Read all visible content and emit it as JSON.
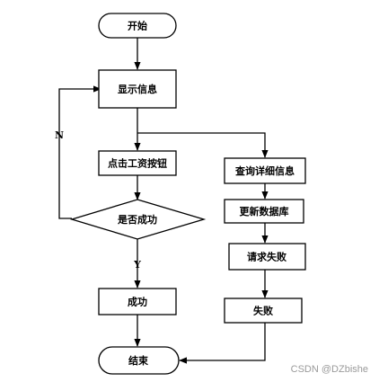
{
  "nodes": {
    "start": "开始",
    "show_info": "显示信息",
    "click_salary": "点击工资按钮",
    "success_check": "是否成功",
    "success": "成功",
    "end": "结束",
    "query_detail": "查询详细信息",
    "update_db": "更新数据库",
    "request_fail": "请求失败",
    "fail": "失败"
  },
  "labels": {
    "no": "N",
    "yes": "Y"
  },
  "watermark": "CSDN @DZbishe"
}
